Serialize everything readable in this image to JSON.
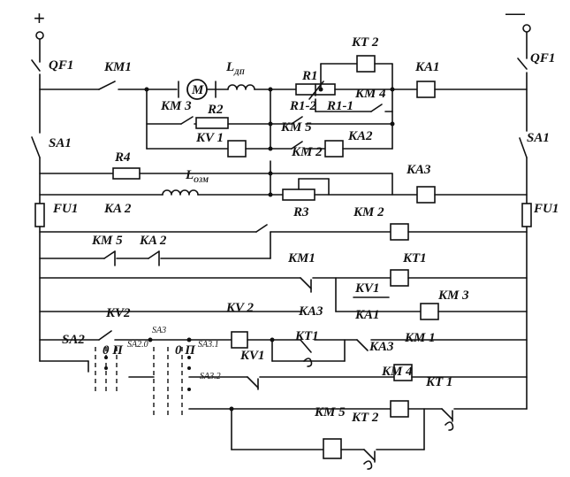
{
  "polarity": {
    "plus": "+",
    "minus": "—"
  },
  "labels": {
    "qf1_left": "QF1",
    "qf1_right": "QF1",
    "sa1_left": "SA1",
    "sa1_right": "SA1",
    "fu1_left": "FU1",
    "fu1_right": "FU1",
    "km1_main": "KM1",
    "motor": "M",
    "l_dp": "L",
    "l_dp_sub": "ДП",
    "r1": "R1",
    "r1_2": "R1-2",
    "r1_1": "R1-1",
    "kt2_top": "KT 2",
    "ka1": "KA1",
    "km3_main": "KM 3",
    "r2": "R2",
    "km4_top": "KM 4",
    "kv1_top": "KV 1",
    "km5_top": "KM 5",
    "km2_top": "KM 2",
    "ka2_top": "KA2",
    "r4": "R4",
    "l_ozm": "L",
    "l_ozm_sub": "ОЗМ",
    "ka3_top": "KA3",
    "r3": "R3",
    "ka2_row": "KA 2",
    "km2_coil": "KM 2",
    "km5_row": "KM 5",
    "ka2_row2": "KA 2",
    "km1_row": "KM1",
    "kt1_coil": "KT1",
    "kv2": "KV2",
    "ka3_row": "KA3",
    "kv1_row": "KV1",
    "ka1_row": "KA1",
    "km3_coil": "KM 3",
    "sa2": "SA2",
    "sa3": "SA3",
    "sa2_0": "SA2.0",
    "sa3_1": "SA3.1",
    "sa3_2": "SA3.2",
    "op1": "0 П",
    "op2": "0 П",
    "kv2_coil": "KV 2",
    "kt1_row": "KT1",
    "ka3_row2": "KA3",
    "km1_coil": "KM 1",
    "kv1_row2": "KV1",
    "km4_coil": "KM 4",
    "kt1_right": "KT 1",
    "km5_coil": "KM 5",
    "kt2_coil": "KT 2"
  }
}
